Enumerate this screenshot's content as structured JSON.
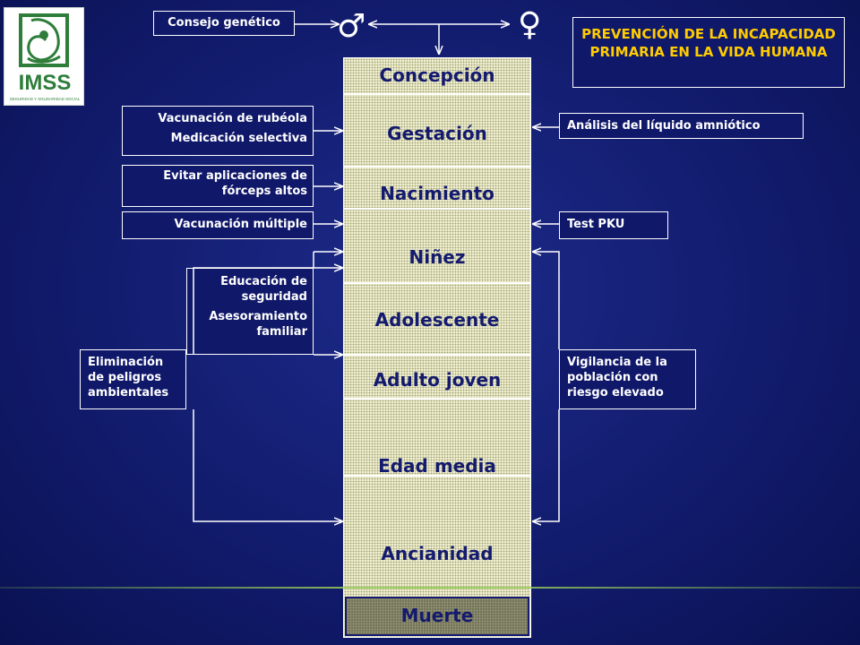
{
  "logo": {
    "text": "IMSS",
    "subtext": "SEGURIDAD Y SOLIDARIDAD SOCIAL"
  },
  "title": "PREVENCIÓN DE LA INCAPACIDAD PRIMARIA EN LA VIDA HUMANA",
  "top_left_label": "Consejo genético",
  "symbols": {
    "female": "♀",
    "male": "♂"
  },
  "stages": [
    "Concepción",
    "Gestación",
    "Nacimiento",
    "Niñez",
    "Adolescente",
    "Adulto joven",
    "Edad media",
    "Ancianidad",
    "Muerte"
  ],
  "left_boxes": {
    "rubeola": [
      "Vacunación de rubéola",
      "Medicación selectiva"
    ],
    "forceps": "Evitar aplicaciones de fórceps altos",
    "vacunacion": "Vacunación múltiple",
    "educacion": [
      "Educación de seguridad",
      "Asesoramiento familiar"
    ],
    "eliminacion": "Eliminación de peligros ambientales"
  },
  "right_boxes": {
    "liquido": "Análisis del líquido amniótico",
    "pku": "Test PKU",
    "vigilancia": "Vigilancia de la población con riesgo elevado"
  },
  "colors": {
    "background": "#121c6e",
    "title": "#ffcc00",
    "column": "#f6f6d8",
    "stage_text": "#141a6e",
    "ground_line": "#9ad15a"
  }
}
